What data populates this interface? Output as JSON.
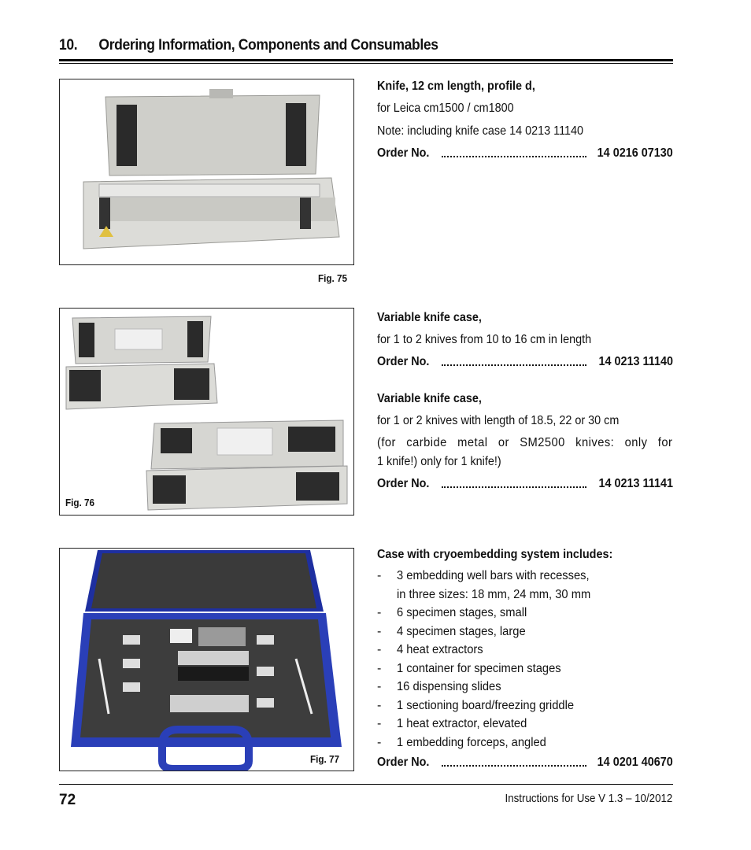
{
  "header": {
    "number": "10.",
    "title": "Ordering Information, Components and Consumables"
  },
  "figures": {
    "fig75": {
      "caption": "Fig. 75"
    },
    "fig76": {
      "caption": "Fig. 76"
    },
    "fig77": {
      "caption": "Fig. 77"
    }
  },
  "items": [
    {
      "title": "Knife, 12 cm length, profile d,",
      "lines": [
        "for Leica cm1500 / cm1800",
        "Note: including knife case 14 0213 11140"
      ],
      "order_label": "Order No.",
      "order_no": "14 0216 07130"
    },
    {
      "title": "Variable knife case,",
      "lines": [
        "for 1 to 2 knives from 10 to 16 cm in length"
      ],
      "order_label": "Order No.",
      "order_no": "14 0213 11140"
    },
    {
      "title": "Variable knife case,",
      "lines": [
        "for 1 or 2 knives with length of 18.5, 22 or 30 cm",
        "(for carbide metal or SM2500 knives: only for",
        "1 knife!) only for 1 knife!)"
      ],
      "order_label": "Order No.",
      "order_no": "14 0213 11141"
    },
    {
      "title": "Case with cryoembedding system includes:",
      "list": [
        "3 embedding well bars with recesses,",
        "in three sizes: 18 mm, 24 mm, 30 mm",
        "6 specimen stages, small",
        "4 specimen stages, large",
        "4 heat extractors",
        "1 container for specimen stages",
        "16 dispensing slides",
        "1 sectioning board/freezing griddle",
        "1 heat extractor, elevated",
        "1 embedding forceps, angled"
      ],
      "order_label": "Order No.",
      "order_no": "14 0201 40670"
    }
  ],
  "footer": {
    "page": "72",
    "text": "Instructions for Use V 1.3 – 10/2012"
  },
  "colors": {
    "case_grey": "#d9d9d4",
    "foam": "#2b2b2b",
    "case_blue": "#2a3fb8"
  }
}
